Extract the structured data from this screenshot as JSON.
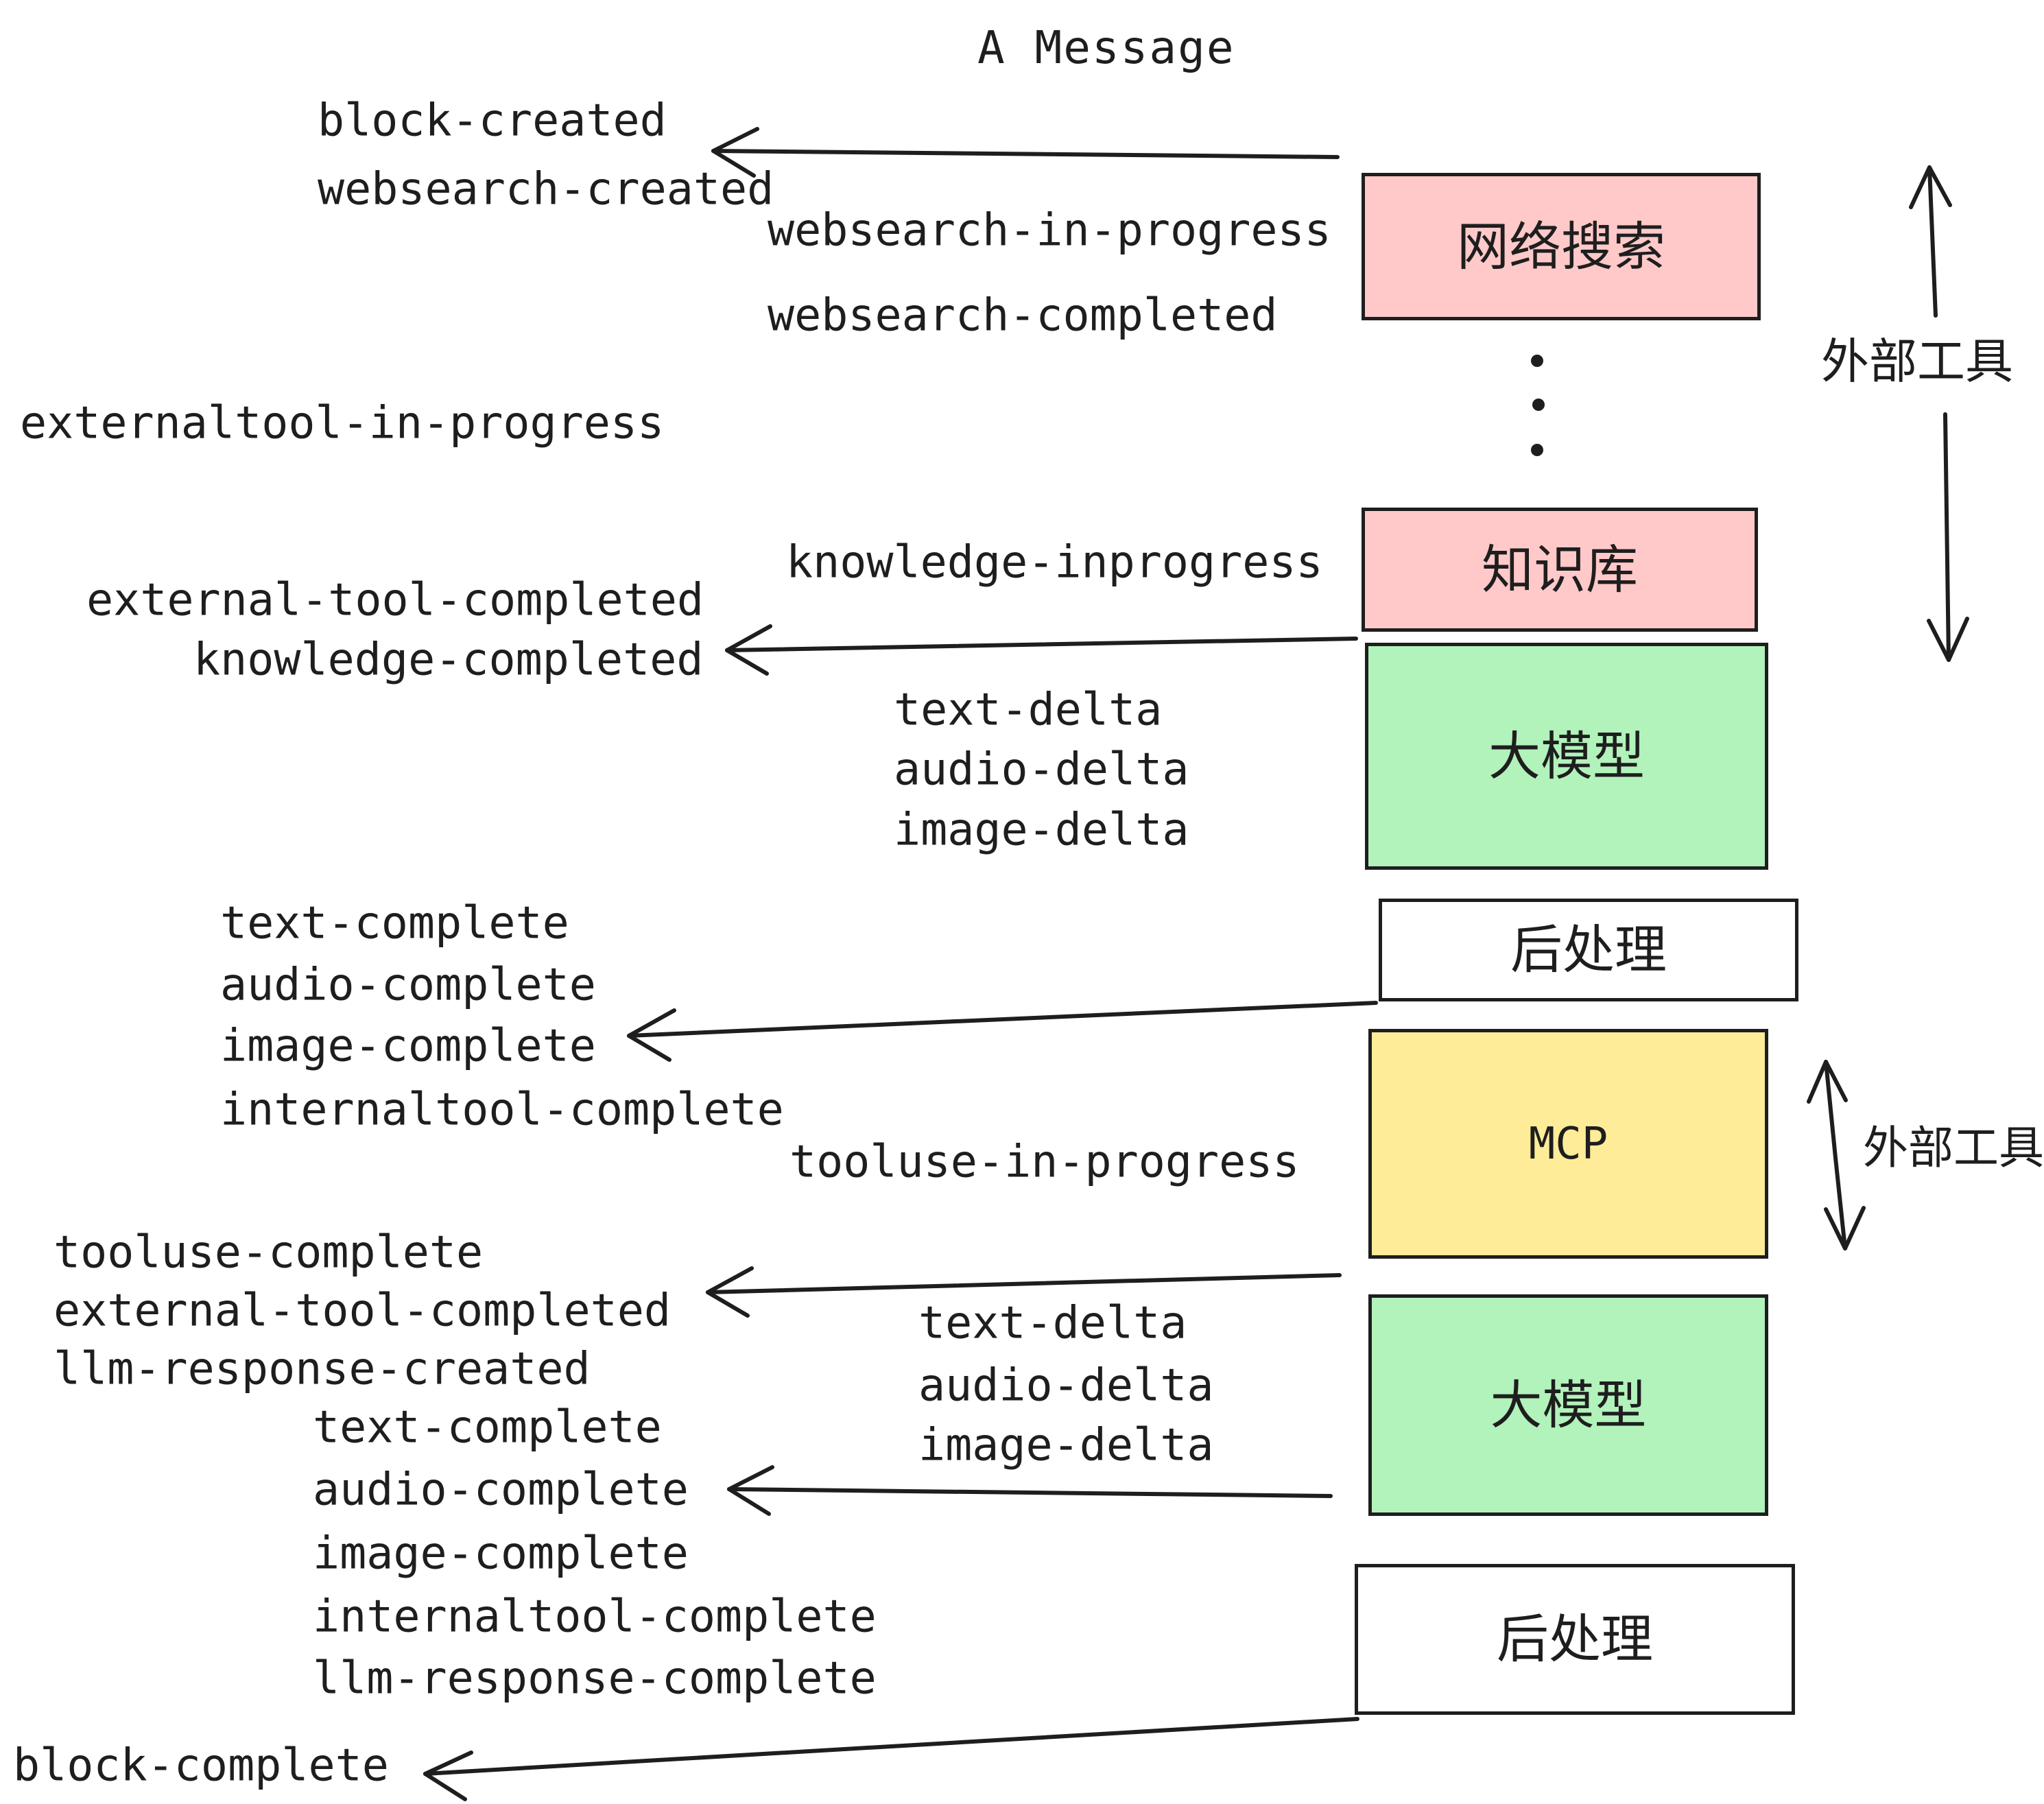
{
  "title": "A Message",
  "events": {
    "block_created": "block-created",
    "websearch_created": "websearch-created",
    "websearch_in_progress": "websearch-in-progress",
    "websearch_completed": "websearch-completed",
    "externaltool_in_progress": "externaltool-in-progress",
    "knowledge_inprogress": "knowledge-inprogress",
    "external_tool_completed": "external-tool-completed",
    "knowledge_completed": "knowledge-completed",
    "text_delta": "text-delta",
    "audio_delta": "audio-delta",
    "image_delta": "image-delta",
    "text_complete": "text-complete",
    "audio_complete": "audio-complete",
    "image_complete": "image-complete",
    "internaltool_complete": "internaltool-complete",
    "tooluse_in_progress": "tooluse-in-progress",
    "tooluse_complete": "tooluse-complete",
    "llm_response_created": "llm-response-created",
    "llm_response_complete": "llm-response-complete",
    "block_complete": "block-complete"
  },
  "boxes": {
    "websearch": "网络搜索",
    "knowledge": "知识库",
    "llm": "大模型",
    "post_process": "后处理",
    "mcp": "MCP"
  },
  "side_labels": {
    "external_tools": "外部工具"
  },
  "colors": {
    "ink": "#1e1e1e",
    "paper": "#ffffff",
    "pink": "#ffc9c9",
    "green": "#b2f2bb",
    "yellow": "#ffec99",
    "white": "#ffffff"
  }
}
